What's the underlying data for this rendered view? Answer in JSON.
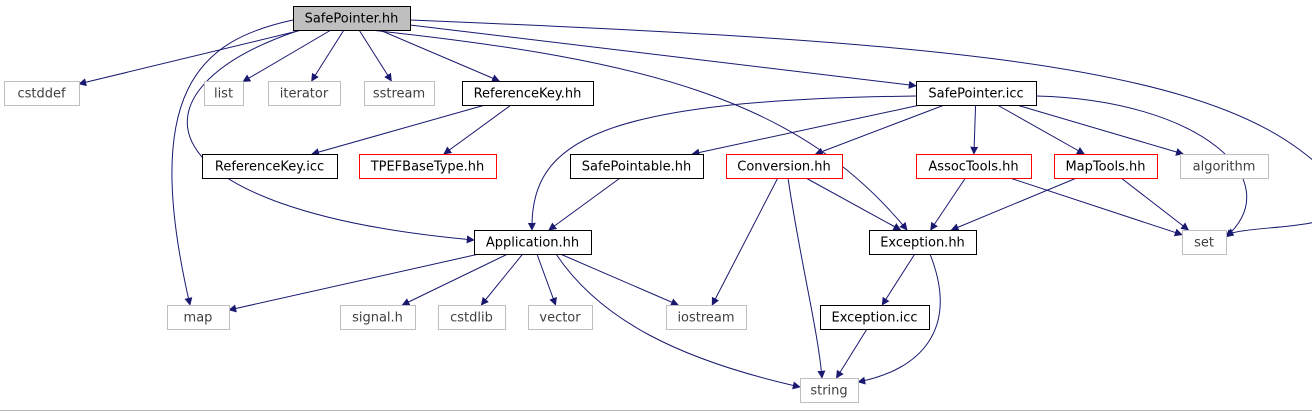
{
  "colors": {
    "edge": "#191970",
    "root_fill": "#bfbfbf",
    "normal_border": "#000000",
    "error_border": "#ff0000",
    "system_border": "#bfbfbf",
    "system_text": "#3f3f3f"
  },
  "nodes": [
    {
      "id": "safepointer_hh",
      "label": "SafePointer.hh",
      "kind": "root"
    },
    {
      "id": "cstddef",
      "label": "cstddef",
      "kind": "system"
    },
    {
      "id": "list",
      "label": "list",
      "kind": "system"
    },
    {
      "id": "iterator",
      "label": "iterator",
      "kind": "system"
    },
    {
      "id": "sstream",
      "label": "sstream",
      "kind": "system"
    },
    {
      "id": "referencekey_hh",
      "label": "ReferenceKey.hh",
      "kind": "normal"
    },
    {
      "id": "safepointer_icc",
      "label": "SafePointer.icc",
      "kind": "normal"
    },
    {
      "id": "referencekey_icc",
      "label": "ReferenceKey.icc",
      "kind": "normal"
    },
    {
      "id": "tpefbasetype_hh",
      "label": "TPEFBaseType.hh",
      "kind": "error"
    },
    {
      "id": "safepointable_hh",
      "label": "SafePointable.hh",
      "kind": "normal"
    },
    {
      "id": "conversion_hh",
      "label": "Conversion.hh",
      "kind": "error"
    },
    {
      "id": "assoctools_hh",
      "label": "AssocTools.hh",
      "kind": "error"
    },
    {
      "id": "maptools_hh",
      "label": "MapTools.hh",
      "kind": "error"
    },
    {
      "id": "algorithm",
      "label": "algorithm",
      "kind": "system"
    },
    {
      "id": "application_hh",
      "label": "Application.hh",
      "kind": "normal"
    },
    {
      "id": "exception_hh",
      "label": "Exception.hh",
      "kind": "normal"
    },
    {
      "id": "set",
      "label": "set",
      "kind": "system"
    },
    {
      "id": "map",
      "label": "map",
      "kind": "system"
    },
    {
      "id": "signal_h",
      "label": "signal.h",
      "kind": "system"
    },
    {
      "id": "cstdlib",
      "label": "cstdlib",
      "kind": "system"
    },
    {
      "id": "vector",
      "label": "vector",
      "kind": "system"
    },
    {
      "id": "iostream",
      "label": "iostream",
      "kind": "system"
    },
    {
      "id": "exception_icc",
      "label": "Exception.icc",
      "kind": "normal"
    },
    {
      "id": "string",
      "label": "string",
      "kind": "system"
    }
  ],
  "edges": [
    [
      "safepointer_hh",
      "cstddef"
    ],
    [
      "safepointer_hh",
      "list"
    ],
    [
      "safepointer_hh",
      "iterator"
    ],
    [
      "safepointer_hh",
      "sstream"
    ],
    [
      "safepointer_hh",
      "referencekey_hh"
    ],
    [
      "safepointer_hh",
      "safepointer_icc"
    ],
    [
      "safepointer_hh",
      "map"
    ],
    [
      "safepointer_hh",
      "application_hh"
    ],
    [
      "safepointer_hh",
      "exception_hh"
    ],
    [
      "safepointer_hh",
      "set"
    ],
    [
      "referencekey_hh",
      "referencekey_icc"
    ],
    [
      "referencekey_hh",
      "tpefbasetype_hh"
    ],
    [
      "safepointer_icc",
      "safepointable_hh"
    ],
    [
      "safepointer_icc",
      "conversion_hh"
    ],
    [
      "safepointer_icc",
      "assoctools_hh"
    ],
    [
      "safepointer_icc",
      "maptools_hh"
    ],
    [
      "safepointer_icc",
      "algorithm"
    ],
    [
      "safepointer_icc",
      "set"
    ],
    [
      "safepointer_icc",
      "application_hh"
    ],
    [
      "safepointable_hh",
      "application_hh"
    ],
    [
      "conversion_hh",
      "exception_hh"
    ],
    [
      "conversion_hh",
      "iostream"
    ],
    [
      "conversion_hh",
      "string"
    ],
    [
      "assoctools_hh",
      "exception_hh"
    ],
    [
      "assoctools_hh",
      "set"
    ],
    [
      "maptools_hh",
      "exception_hh"
    ],
    [
      "maptools_hh",
      "set"
    ],
    [
      "application_hh",
      "map"
    ],
    [
      "application_hh",
      "signal_h"
    ],
    [
      "application_hh",
      "cstdlib"
    ],
    [
      "application_hh",
      "vector"
    ],
    [
      "application_hh",
      "iostream"
    ],
    [
      "application_hh",
      "string"
    ],
    [
      "exception_hh",
      "exception_icc"
    ],
    [
      "exception_hh",
      "string"
    ],
    [
      "exception_icc",
      "string"
    ]
  ]
}
